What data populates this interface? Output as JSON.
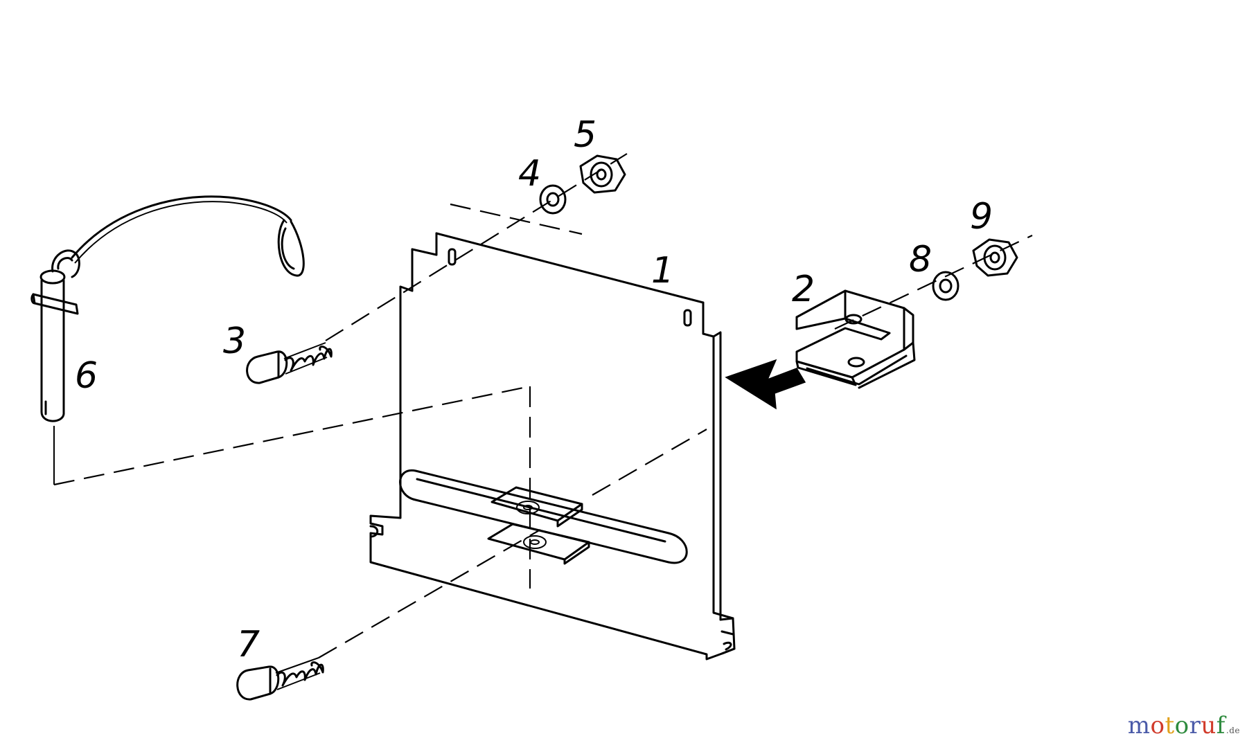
{
  "diagram": {
    "callouts": [
      {
        "id": "1",
        "label": "1"
      },
      {
        "id": "2",
        "label": "2"
      },
      {
        "id": "3",
        "label": "3"
      },
      {
        "id": "4",
        "label": "4"
      },
      {
        "id": "5",
        "label": "5"
      },
      {
        "id": "6",
        "label": "6"
      },
      {
        "id": "7",
        "label": "7"
      },
      {
        "id": "8",
        "label": "8"
      },
      {
        "id": "9",
        "label": "9"
      }
    ]
  },
  "watermark": {
    "text": "motoruf",
    "suffix": ".de",
    "colors": [
      "#4a5aa8",
      "#d13b2b",
      "#e2a21e",
      "#2e8b3e",
      "#4a5aa8",
      "#d13b2b",
      "#2e8b3e"
    ]
  }
}
